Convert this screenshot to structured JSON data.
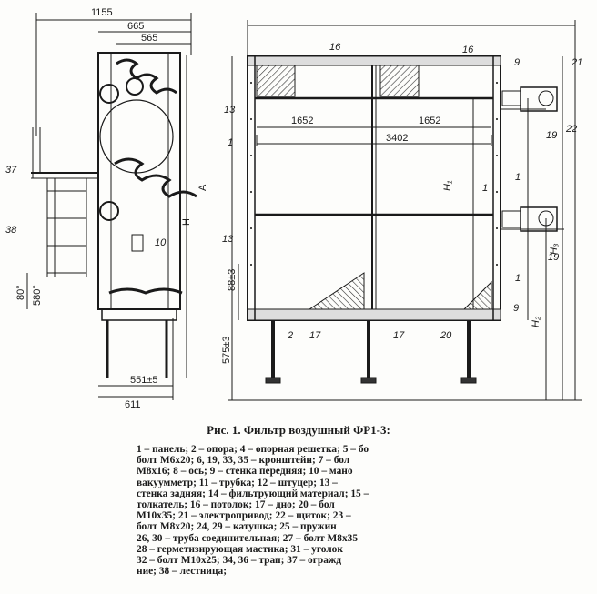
{
  "drawing": {
    "dims": {
      "d1155": "1155",
      "d665": "665",
      "d565": "565",
      "dA": "A",
      "dH": "H",
      "d80": "80°",
      "d580": "580°",
      "d551": "551±5",
      "d611": "611",
      "d1652a": "1652",
      "d1652b": "1652",
      "d3402": "3402",
      "dH1": "H₁",
      "dH2": "H₂",
      "dH3": "H₃",
      "d88": "88±3",
      "d575": "575±3"
    },
    "parts": {
      "p37": "37",
      "p38": "38",
      "p10": "10",
      "p16a": "16",
      "p16b": "16",
      "p9a": "9",
      "p21": "21",
      "p13a": "13",
      "p13b": "13",
      "p1a": "1",
      "p1b": "1",
      "p1c": "1",
      "p1d": "1",
      "p22": "22",
      "p19a": "19",
      "p19b": "19",
      "p9b": "9",
      "p2": "2",
      "p17a": "17",
      "p17b": "17",
      "p20": "20"
    }
  },
  "caption": "Рис. 1. Фильтр воздушный ФР1-3:",
  "legend_lines": [
    "1 – панель; 2 – опора; 4 – опорная решетка; 5 – бо",
    "болт М6х20; 6, 19, 33, 35 – кронштейн; 7 – бол",
    "М8х16; 8 – ось; 9 – стенка передняя; 10 – мано",
    "вакуумметр; 11 – трубка; 12 – штуцер; 13 –",
    "стенка задняя; 14 – фильтрующий материал; 15 –",
    "толкатель; 16 – потолок; 17 – дно; 20 – бол",
    "М10х35; 21 – электропривод; 22 – щиток; 23 –",
    "болт М8х20; 24, 29 – катушка; 25 – пружин",
    "26, 30 – труба соединительная; 27 – болт М8х35",
    "28 – герметизирующая мастика; 31 – уголок",
    "32 – болт М10х25; 34, 36 – трап; 37 – огражд",
    "ние; 38 – лестница;"
  ]
}
